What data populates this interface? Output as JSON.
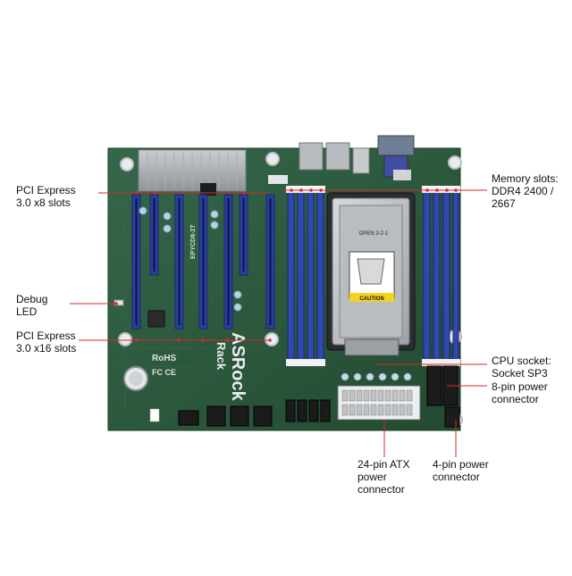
{
  "brand": {
    "logo_text": "ASRock",
    "sub_text": "Rack",
    "model_text": "EPYCD8-2T",
    "rohs_text": "RoHS",
    "marks_text": "FC CE"
  },
  "cpu": {
    "caution_text": "CAUTION",
    "open_text": "OPEN 3-2-1"
  },
  "labels": {
    "pcie_x8": [
      "PCI Express",
      "3.0 x8 slots"
    ],
    "debug_led": [
      "Debug",
      "LED"
    ],
    "pcie_x16": [
      "PCI Express",
      "3.0 x16 slots"
    ],
    "memory": [
      "Memory slots:",
      "DDR4 2400 /",
      "2667"
    ],
    "cpu_socket": [
      "CPU socket:",
      "Socket SP3"
    ],
    "power_8pin": [
      "8-pin power",
      "connector"
    ],
    "atx_24pin": [
      "24-pin ATX",
      "power",
      "connector"
    ],
    "power_4pin": [
      "4-pin power",
      "connector"
    ]
  },
  "colors": {
    "pcb": "#2c5a3c",
    "slot_blue": "#2b3e9e",
    "dimm_blue": "#3048b0",
    "callout_line": "#d42a2a",
    "text": "#111111"
  }
}
